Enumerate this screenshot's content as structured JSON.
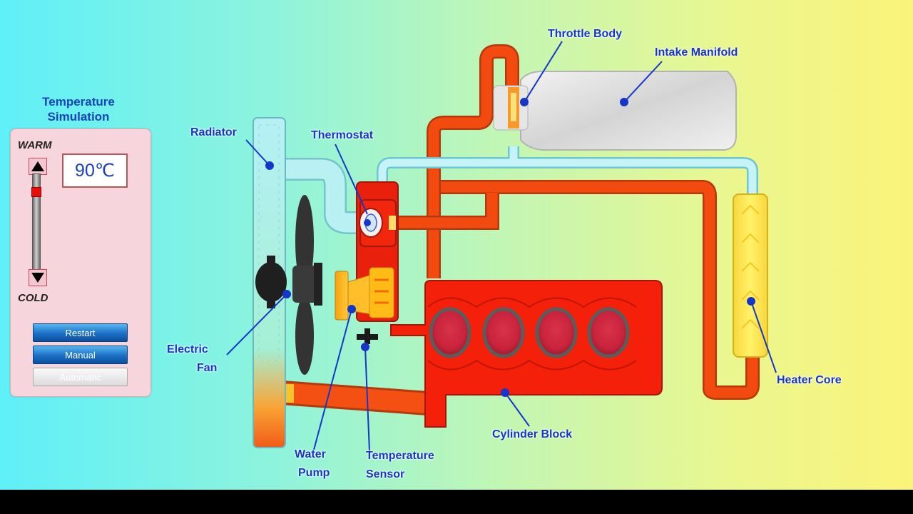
{
  "panel": {
    "title": "Temperature Simulation",
    "warm_label": "WARM",
    "cold_label": "COLD",
    "temperature": "90℃",
    "slider_level": 0.85,
    "buttons": {
      "restart": "Restart",
      "manual": "Manual",
      "automatic": "Automatic"
    }
  },
  "labels": {
    "throttle_body": "Throttle Body",
    "intake_manifold": "Intake Manifold",
    "radiator": "Radiator",
    "thermostat": "Thermostat",
    "electric_fan_line1": "Electric",
    "electric_fan_line2": "Fan",
    "water_pump_line1": "Water",
    "water_pump_line2": "Pump",
    "temperature_sensor_line1": "Temperature",
    "temperature_sensor_line2": "Sensor",
    "cylinder_block": "Cylinder Block",
    "heater_core": "Heater Core"
  },
  "colors": {
    "hot_coolant": "#f34a0f",
    "cold_coolant": "#a9ecf5",
    "engine_block": "#f4200a",
    "heater_core": "#fbe64a",
    "label_text": "#1636c8"
  }
}
